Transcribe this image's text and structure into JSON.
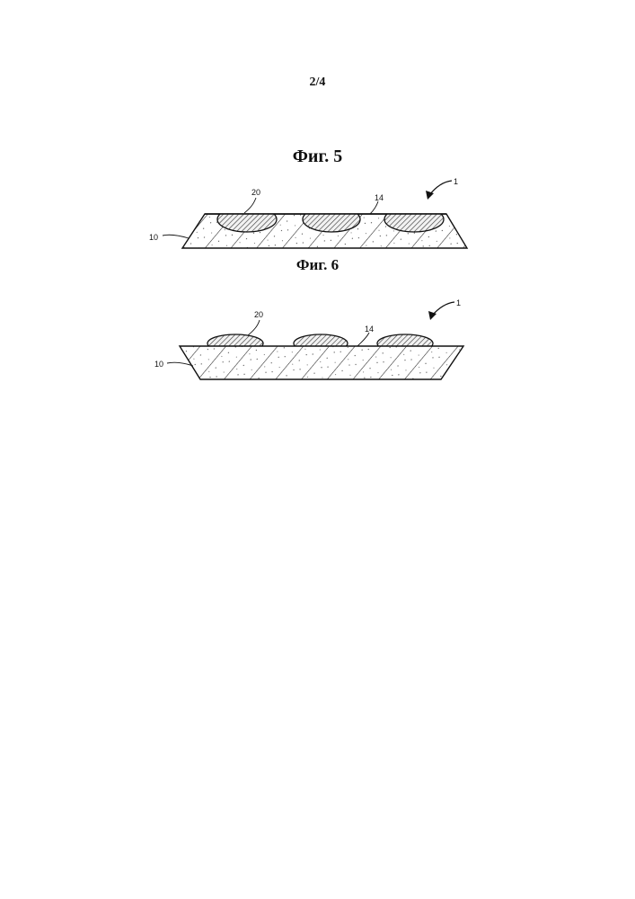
{
  "page": {
    "number": "2/4"
  },
  "figures": [
    {
      "title": "Фиг. 5",
      "labels": {
        "assembly": "1",
        "substrate": "10",
        "surface": "14",
        "inclusion": "20"
      }
    },
    {
      "title": "Фиг. 6",
      "labels": {
        "assembly": "1",
        "substrate": "10",
        "surface": "14",
        "inclusion": "20"
      }
    }
  ]
}
